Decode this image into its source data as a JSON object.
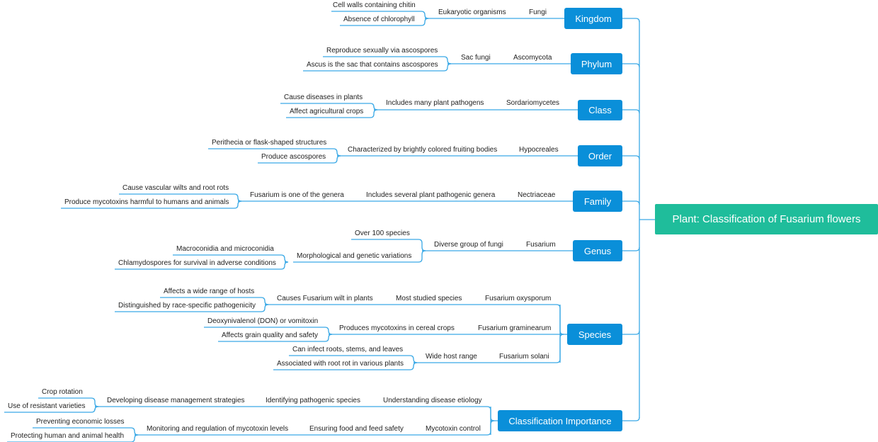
{
  "root": "Plant: Classification of Fusarium flowers",
  "colors": {
    "root": "#1fbd9b",
    "rank": "#0a8fd9",
    "line": "#3aa9e6"
  },
  "ranks": {
    "kingdom": "Kingdom",
    "phylum": "Phylum",
    "class": "Class",
    "order": "Order",
    "family": "Family",
    "genus": "Genus",
    "species": "Species",
    "importance": "Classification Importance"
  },
  "kingdom": {
    "a": "Fungi",
    "b": "Eukaryotic organisms",
    "c1": "Cell walls containing chitin",
    "c2": "Absence of chlorophyll"
  },
  "phylum": {
    "a": "Ascomycota",
    "b": "Sac fungi",
    "c1": "Reproduce sexually via ascospores",
    "c2": "Ascus is the sac that contains ascospores"
  },
  "class": {
    "a": "Sordariomycetes",
    "b": "Includes many plant pathogens",
    "c1": "Cause diseases in plants",
    "c2": "Affect agricultural crops"
  },
  "order": {
    "a": "Hypocreales",
    "b": "Characterized by brightly colored fruiting bodies",
    "c1": "Perithecia or flask-shaped structures",
    "c2": "Produce ascospores"
  },
  "family": {
    "a": "Nectriaceae",
    "b": "Includes several plant pathogenic genera",
    "c": "Fusarium is one of the genera",
    "d1": "Cause vascular wilts and root rots",
    "d2": "Produce mycotoxins harmful to humans and animals"
  },
  "genus": {
    "a": "Fusarium",
    "b": "Diverse group of fungi",
    "c1": "Over 100 species",
    "c2": "Morphological and genetic variations",
    "d1": "Macroconidia and microconidia",
    "d2": "Chlamydospores for survival in adverse conditions"
  },
  "species": {
    "oxy": {
      "a": "Fusarium oxysporum",
      "b": "Most studied species",
      "c": "Causes Fusarium wilt in plants",
      "d1": "Affects a wide range of hosts",
      "d2": "Distinguished by race-specific pathogenicity"
    },
    "gram": {
      "a": "Fusarium graminearum",
      "b": "Produces mycotoxins in cereal crops",
      "c1": "Deoxynivalenol (DON) or vomitoxin",
      "c2": "Affects grain quality and safety"
    },
    "sol": {
      "a": "Fusarium solani",
      "b": "Wide host range",
      "c1": "Can infect roots, stems, and leaves",
      "c2": "Associated with root rot in various plants"
    }
  },
  "importance": {
    "etiology": {
      "a": "Understanding disease etiology",
      "b": "Identifying pathogenic species",
      "c": "Developing disease management strategies",
      "d1": "Crop rotation",
      "d2": "Use of resistant varieties"
    },
    "mycotoxin": {
      "a": "Mycotoxin control",
      "b": "Ensuring food and feed safety",
      "c": "Monitoring and regulation of mycotoxin levels",
      "d1": "Preventing economic losses",
      "d2": "Protecting human and animal health"
    }
  }
}
